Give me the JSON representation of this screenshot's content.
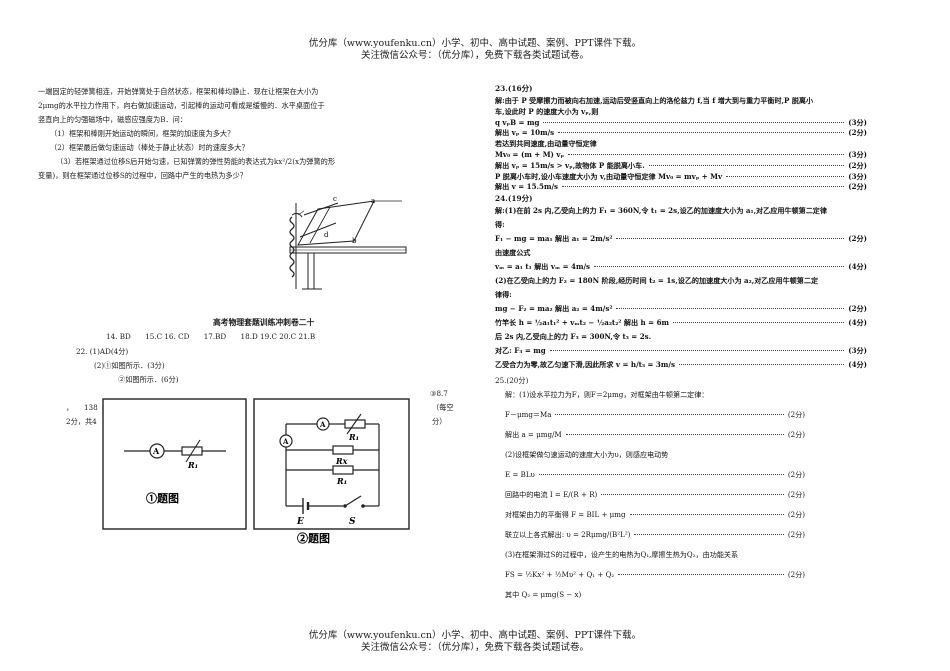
{
  "header": {
    "line1": "优分库（www.youfenku.cn）小学、初中、高中试题、案例、PPT课件下载。",
    "line2": "关注微信公众号：（优分库），免费下载各类试题试卷。"
  },
  "footer": {
    "line1": "优分库（www.youfenku.cn）小学、初中、高中试题、案例、PPT课件下载。",
    "line2": "关注微信公众号：（优分库），免费下载各类试题试卷。"
  },
  "left": {
    "intro": [
      "一端固定的轻弹簧相连，开始弹簧处于自然状态，框架和棒均静止．现在让框架在大小为",
      "2μmg的水平拉力作用下，向右做加速运动，引起棒的运动可看成是缓慢的．水平桌面位于",
      "竖直向上的匀强磁场中，磁感应强度为B．问："
    ],
    "questions": [
      "（1）框架和棒刚开始运动的瞬间，框架的加速度为多大？",
      "（2）框架最后做匀速运动（棒处于静止状态）时的速度多大？",
      "（3）若框架通过位移S后开始匀速，已知弹簧的弹性势能的表达式为kx²/2(x为弹簧的形",
      "变量)，则在框架通过位移S的过程中，回路中产生的电热为多少？"
    ],
    "fig_labels": {
      "c": "c",
      "a": "a",
      "d": "d",
      "b": "b"
    },
    "answer_title": "高考物理套题训练冲刺卷二十",
    "mc_answers": "14. BD　　15.C  16. CD　　17.BD　　18.D  19.C  20.C  21.B",
    "q22": {
      "l1": "22. (1)AD(4分)",
      "l2": "(2)①如图所示．(3分)",
      "l3": "②如图所示．(6分)",
      "side_a1": "，　　138",
      "side_a2": "2分，共4",
      "side_b1": "③8.7",
      "side_b2": "（每空",
      "side_b3": "分）"
    },
    "circuit1": {
      "meter": "A",
      "resistor": "R₁",
      "caption": "①题图"
    },
    "circuit2": {
      "meter_a": "A",
      "meter_v": "A",
      "r1": "R₁",
      "rx": "Rx",
      "r1b": "R₁",
      "e": "E",
      "s": "S",
      "caption": "②题图"
    }
  },
  "right": {
    "q23_title": "23.(16分)",
    "q23": [
      {
        "text": "解:由于 P 受摩擦力而被向右加速,运动后受竖直向上的洛伦兹力 f,当 f 增大到与重力平衡时,P 脱离小",
        "score": ""
      },
      {
        "text": "车,设此时 P 的速度大小为 vₚ,则",
        "score": ""
      },
      {
        "text": "q vₚB = mg",
        "score": "(3分)"
      },
      {
        "text": "解出 vₚ = 10m/s",
        "score": "(2分)"
      },
      {
        "text": "若达到共同速度,由动量守恒定律",
        "score": ""
      },
      {
        "text": "Mv₀ = (m + M) vₚ",
        "score": "(3分)"
      },
      {
        "text": "解出 vₚ = 15m/s > vₚ,故物体 P 能脱离小车.",
        "score": "(2分)"
      },
      {
        "text": "P 脱离小车时,设小车速度大小为 v,由动量守恒定律  Mv₀ = mvₚ + Mv",
        "score": "(3分)"
      },
      {
        "text": "解出 v = 15.5m/s",
        "score": "(2分)"
      }
    ],
    "q24_title": "24.(19分)",
    "q24": [
      {
        "text": "解:(1)在前 2s 内,乙受向上的力 F₁ = 360N,令 t₁ = 2s,设乙的加速度大小为 a₁,对乙应用牛顿第二定律",
        "score": ""
      },
      {
        "text": "得:",
        "score": ""
      },
      {
        "text": "F₁ − mg = ma₁    解出 a₁ = 2m/s²",
        "score": "(2分)"
      },
      {
        "text": "由速度公式",
        "score": ""
      },
      {
        "text": "vₘ = a₁ t₁    解出 vₘ = 4m/s",
        "score": "(4分)"
      },
      {
        "text": "(2)在乙受向上的力 F₂ = 180N 阶段,经历时间 t₂ = 1s,设乙的加速度大小为 a₂,对乙应用牛顿第二定",
        "score": ""
      },
      {
        "text": "律得:",
        "score": ""
      },
      {
        "text": "mg − F₂ = ma₂    解出 a₂ = 4m/s²",
        "score": "(2分)"
      },
      {
        "text": "竹竿长 h = ½a₁t₁² + vₘt₂ − ½a₂t₂²    解出 h = 6m",
        "score": "(4分)"
      },
      {
        "text": "后 2s 内,乙受向上的力 F₃ = 300N,令 t₃ = 2s.",
        "score": ""
      },
      {
        "text": "对乙: F₃ = mg",
        "score": "(3分)"
      },
      {
        "text": "乙受合力为零,故乙匀速下滑,因此所求 v = h/t₃ = 3m/s",
        "score": "(4分)"
      }
    ],
    "q25_title": "25.(20分)",
    "q25": [
      {
        "text": "解：(1)设水平拉力为F，则F＝2μmg，对框架由牛顿第二定律：",
        "score": ""
      },
      {
        "text": "F－μmg＝Ma",
        "score": "(2分)"
      },
      {
        "text": "解出  a = μmg/M",
        "score": "(2分)"
      },
      {
        "text": "(2)设框架做匀速运动的速度大小为υ，则感应电动势",
        "score": ""
      },
      {
        "text": "E = BLυ",
        "score": "(2分)"
      },
      {
        "text": "回路中的电流  I = E/(R + R)",
        "score": "(2分)"
      },
      {
        "text": "对框架由力的平衡得  F = BIL + μmg",
        "score": "(2分)"
      },
      {
        "text": "联立以上各式解出:  υ = 2Rμmg/(B²L²)",
        "score": "(2分)"
      },
      {
        "text": "(3)在框架滑过S的过程中，设产生的电热为Q₁,摩擦生热为Q₂，由功能关系",
        "score": ""
      },
      {
        "text": "FS = ½Kx² + ½Mυ² + Q₁ + Q₂",
        "score": "(2分)"
      },
      {
        "text": "其中 Q₂ = μmg(S − x)",
        "score": ""
      }
    ]
  }
}
